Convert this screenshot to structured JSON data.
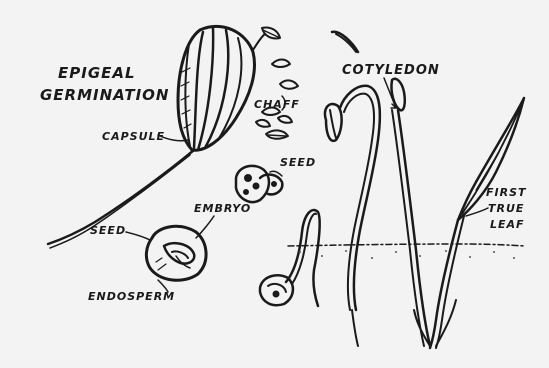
{
  "diagram": {
    "title_line1": "EPIGEAL",
    "title_line2": "GERMINATION",
    "labels": {
      "capsule": "CAPSULE",
      "chaff": "CHAFF",
      "seed_upper": "SEED",
      "embryo": "EMBRYO",
      "seed_lower": "SEED",
      "endosperm": "ENDOSPERM",
      "cotyledon": "COTYLEDON",
      "first_true_line1": "FIRST",
      "first_true_line2": "TRUE",
      "first_true_line3": "LEAF"
    }
  },
  "colors": {
    "ink": "#1a1a1a",
    "paper": "#f3f3f3"
  }
}
